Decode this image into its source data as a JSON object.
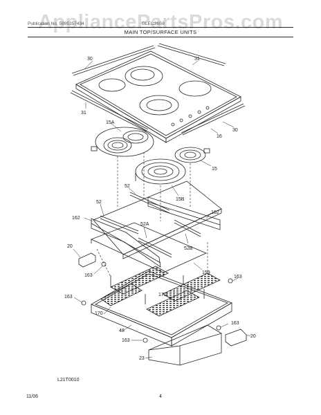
{
  "watermark": "AppliancePartsPros.com",
  "header": {
    "left_text": "Publication No. 5995357434",
    "right_text": "GLEC36S8",
    "section_title": "MAIN TOP/SURFACE UNITS"
  },
  "callouts": {
    "c30a": "30",
    "c31a": "31",
    "c31b": "31",
    "c30b": "30",
    "c15A": "15A",
    "c16": "16",
    "c15": "15",
    "c15B": "15B",
    "c52a": "52",
    "c52b": "52",
    "c52A": "52A",
    "c52B": "52B",
    "c162a": "162",
    "c162b": "162",
    "c20a": "20",
    "c20b": "20",
    "c163a": "163",
    "c163b": "163",
    "c163c": "163",
    "c163d": "163",
    "c163e": "163",
    "c159": "159",
    "c170a": "170",
    "c170b": "170",
    "c48": "48",
    "c23": "23"
  },
  "footer": {
    "diagram_code": "L21T0010",
    "date": "11/06",
    "page_number": "4"
  }
}
